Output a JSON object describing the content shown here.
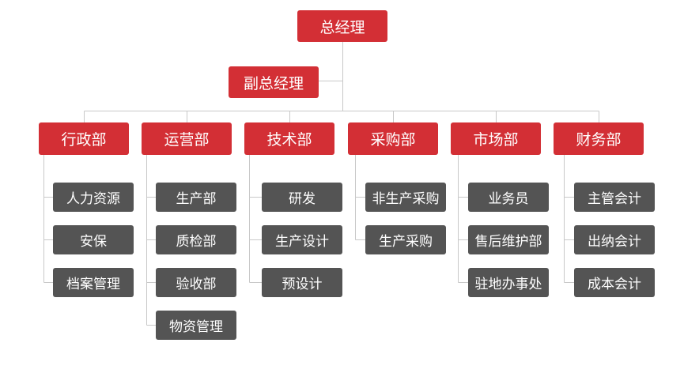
{
  "ceo": "总经理",
  "deputy": "副总经理",
  "departments": [
    {
      "name": "行政部",
      "teams": [
        "人力资源",
        "安保",
        "档案管理"
      ]
    },
    {
      "name": "运营部",
      "teams": [
        "生产部",
        "质检部",
        "验收部",
        "物资管理"
      ]
    },
    {
      "name": "技术部",
      "teams": [
        "研发",
        "生产设计",
        "预设计"
      ]
    },
    {
      "name": "采购部",
      "teams": [
        "非生产采购",
        "生产采购"
      ]
    },
    {
      "name": "市场部",
      "teams": [
        "业务员",
        "售后维护部",
        "驻地办事处"
      ]
    },
    {
      "name": "财务部",
      "teams": [
        "主管会计",
        "出纳会计",
        "成本会计"
      ]
    }
  ],
  "colors": {
    "primary_box": "#d32f35",
    "secondary_box": "#545454",
    "connector": "#c8c8c8"
  }
}
